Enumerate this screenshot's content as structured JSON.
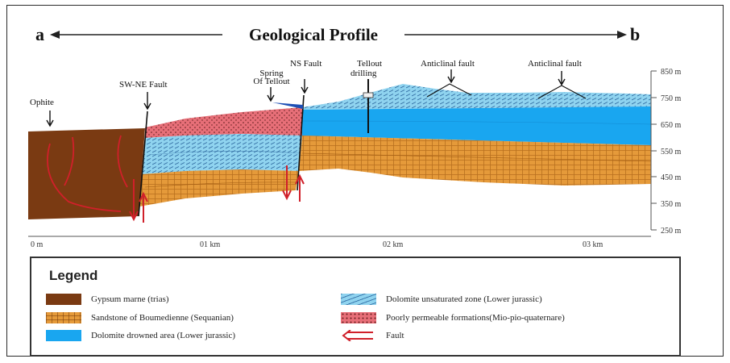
{
  "profile": {
    "title": "Geological Profile",
    "end_left": "a",
    "end_right": "b",
    "labels": {
      "ophite": "Ophite",
      "sw_ne_fault": "SW-NE Fault",
      "spring_line1": "Spring",
      "spring_line2": "Of Tellout",
      "ns_fault": "NS Fault",
      "drilling_line1": "Tellout",
      "drilling_line2": "drilling",
      "anticlinal_fault_1": "Anticlinal fault",
      "anticlinal_fault_2": "Anticlinal fault"
    },
    "elevation_ticks": [
      "850 m",
      "750 m",
      "650 m",
      "550 m",
      "450 m",
      "350 m",
      "250 m"
    ],
    "distance_ticks": [
      "0 m",
      "01 km",
      "02 km",
      "03 km"
    ]
  },
  "legend": {
    "title": "Legend",
    "items": [
      {
        "key": "gypsum",
        "label": "Gypsum marne (trias)"
      },
      {
        "key": "sandstone",
        "label": "Sandstone of Boumedienne (Sequanian)"
      },
      {
        "key": "drowned",
        "label": "Dolomite drowned area (Lower jurassic)"
      },
      {
        "key": "unsaturated",
        "label": "Dolomite unsaturated zone (Lower jurassic)"
      },
      {
        "key": "poor",
        "label": "Poorly permeable formations(Mio-pio-quaternare)"
      },
      {
        "key": "fault",
        "label": "Fault"
      }
    ]
  },
  "colors": {
    "gypsum": "#7a3a12",
    "sandstone": "#e59a3a",
    "drowned": "#19a6f0",
    "unsaturated": "#8fd3ef",
    "poor": "#e76f78",
    "fault": "#d0202a"
  }
}
